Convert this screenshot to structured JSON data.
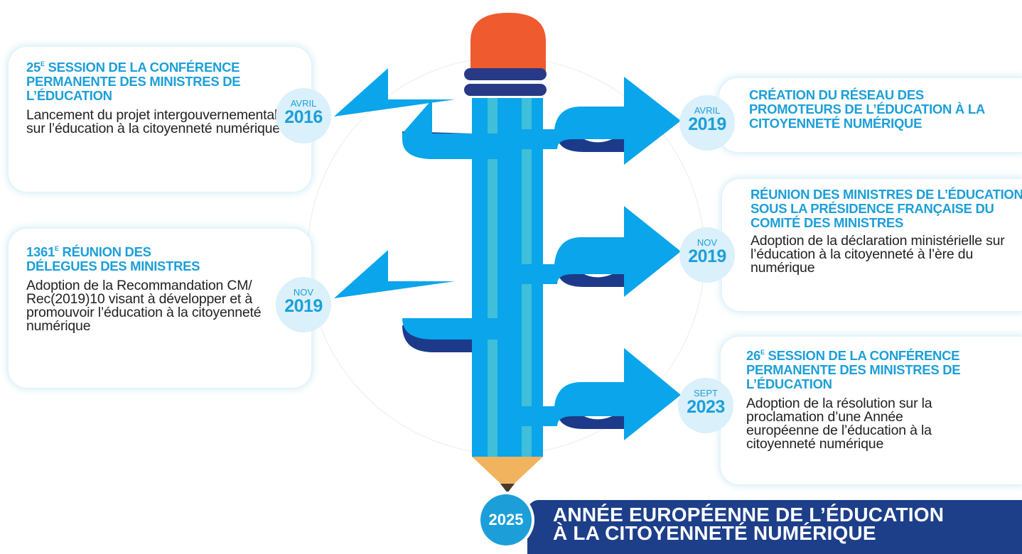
{
  "left_events": [
    {
      "title_prefix": "25",
      "title_sup": "E",
      "title": " SESSION DE LA CONFÉRENCE PERMANENTE DES MINISTRES DE L’ÉDUCATION",
      "description": "Lancement du projet intergouvernemental sur l’éducation à la citoyenneté numérique",
      "month": "AVRIL",
      "year": "2016"
    },
    {
      "title_prefix": "1361",
      "title_sup": "E",
      "title": " RÉUNION DES DÉLEGUES DES MINISTRES",
      "description": "Adoption de la Recommandation CM/ Rec(2019)10 visant à développer et à promouvoir l’éducation à la citoyenneté numérique",
      "month": "NOV",
      "year": "2019"
    }
  ],
  "right_events": [
    {
      "title": "CRÉATION DU RÉSEAU DES PROMOTEURS DE  L’ÉDUCATION À LA CITOYENNETÉ NUMÉRIQUE",
      "month": "AVRIL",
      "year": "2019"
    },
    {
      "title": "RÉUNION DES MINISTRES DE L’ÉDUCATION SOUS LA PRÉSIDENCE FRANÇAISE DU COMITÉ DES MINISTRES",
      "description": "Adoption de la déclaration ministérielle sur l’éducation à la citoyenneté à l’ère du numérique",
      "month": "NOV",
      "year": "2019"
    },
    {
      "title_prefix": "26",
      "title_sup": "E",
      "title": " SESSION DE LA CONFÉRENCE PERMANENTE DES MINISTRES DE L’ÉDUCATION",
      "description": "Adoption de la résolution sur la proclamation d’une Année européenne de l’éducation à la citoyenneté numérique",
      "month": "SEPT",
      "year": "2023"
    }
  ],
  "final": {
    "year": "2025",
    "title": "ANNÉE EUROPÉENNE DE L’ÉDUCATION À LA CITOYENNETÉ NUMÉRIQUE"
  },
  "colors": {
    "accent": "#1c9fd9",
    "arrow": "#0aa5ea",
    "arrow_shadow": "#1d3a8a",
    "pencil_stripe": "#3fbfd8",
    "eraser": "#ef5a2f",
    "ferrule": "#283a86",
    "wood": "#f2b35f",
    "lead": "#4a3a2a",
    "badge_bg": "#daf0fa",
    "banner": "#1d3f8a"
  }
}
